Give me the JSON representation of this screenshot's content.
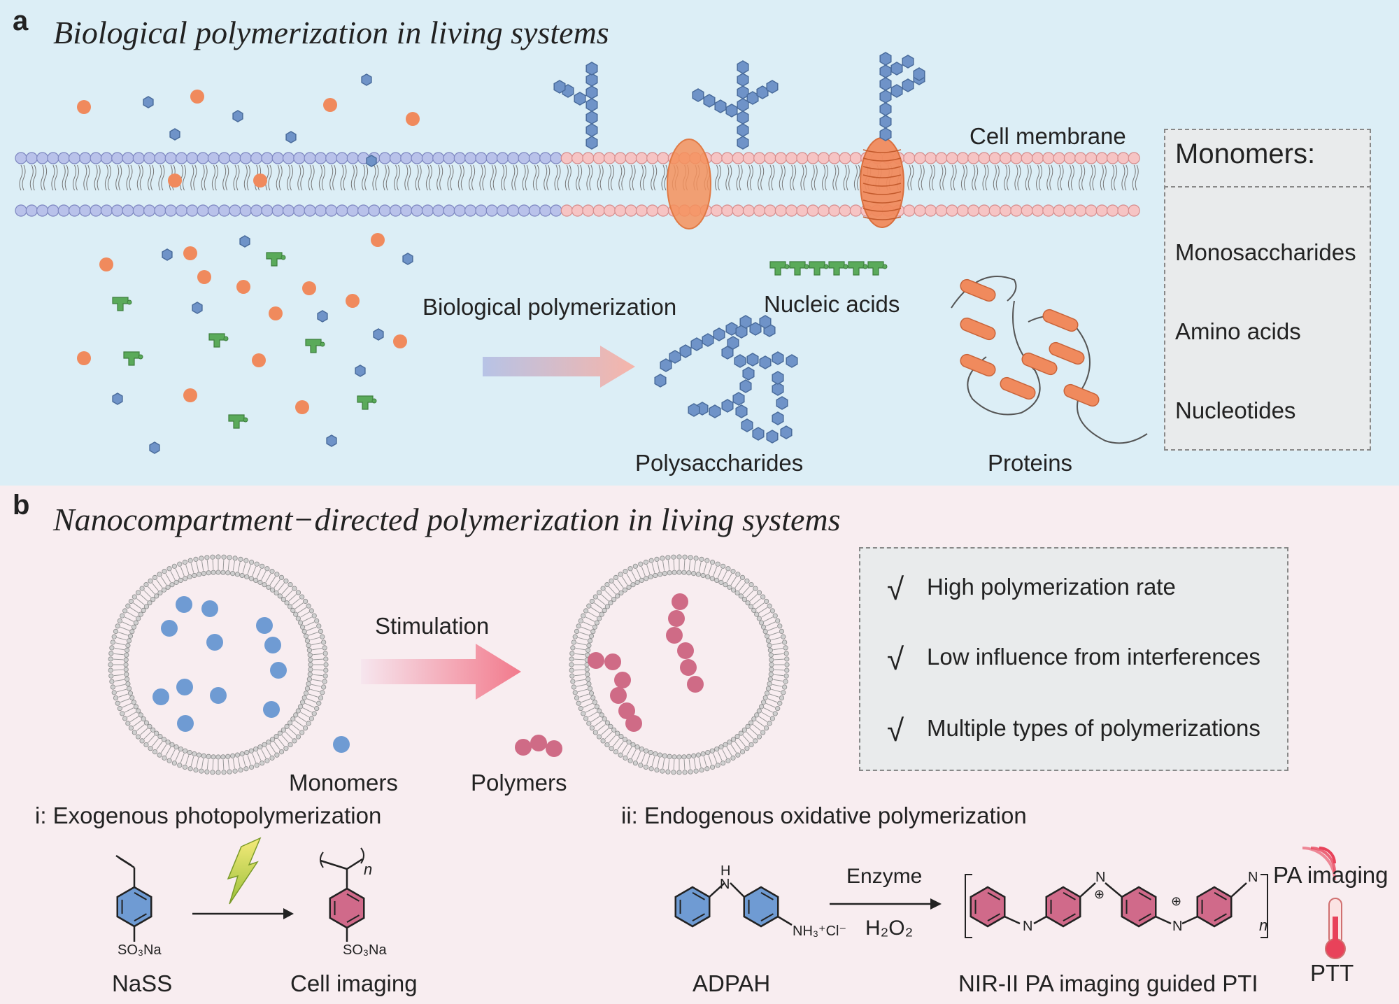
{
  "panel_a": {
    "letter": "a",
    "title": "Biological polymerization in living systems",
    "cell_membrane_label": "Cell membrane",
    "process_label": "Biological polymerization",
    "nucleic_acids_label": "Nucleic acids",
    "polysaccharides_label": "Polysaccharides",
    "proteins_label": "Proteins",
    "legend": {
      "title": "Monomers:",
      "items": [
        {
          "label": "Monosaccharides",
          "icon": "hexagon-icon",
          "color": "#6f93c8"
        },
        {
          "label": "Amino acids",
          "icon": "circle-icon",
          "color": "#f08a5d"
        },
        {
          "label": "Nucleotides",
          "icon": "nucleotide-icon",
          "color": "#5aaa5a"
        }
      ]
    }
  },
  "panel_b": {
    "letter": "b",
    "title": "Nanocompartment−directed polymerization in living systems",
    "stimulation_label": "Stimulation",
    "monomers_label": "Monomers",
    "polymers_label": "Polymers",
    "advantages": [
      {
        "check": "√",
        "text": "High polymerization rate"
      },
      {
        "check": "√",
        "text": "Low influence from interferences"
      },
      {
        "check": "√",
        "text": "Multiple types of polymerizations"
      }
    ],
    "section_i": {
      "title": "i: Exogenous photopolymerization",
      "monomer_sub": "SO₃Na",
      "polymer_sub": "SO₃Na",
      "polymer_n": "n",
      "monomer_name": "NaSS",
      "result": "Cell imaging"
    },
    "section_ii": {
      "title": "ii: Endogenous oxidative polymerization",
      "condition_top": "Enzyme",
      "condition_bottom": "H₂O₂",
      "nh_label": "H",
      "n_label": "N",
      "salt": "NH₃⁺Cl⁻",
      "monomer_name": "ADPAH",
      "result": "NIR-II PA imaging guided PTI",
      "pa_label": "PA imaging",
      "ptt_label": "PTT",
      "polymer_n": "n",
      "plus": "⊕"
    }
  },
  "colors": {
    "panel_a_bg": "#dceef6",
    "panel_b_bg": "#f8edf0",
    "monosaccharide": "#6f93c8",
    "amino_acid": "#f08a5d",
    "nucleotide": "#5aaa5a",
    "monomer_blue": "#6f9bd3",
    "polymer_pink": "#cf6b86",
    "ring_blue": "#6f9bd3",
    "ring_pink": "#d06a8a"
  }
}
